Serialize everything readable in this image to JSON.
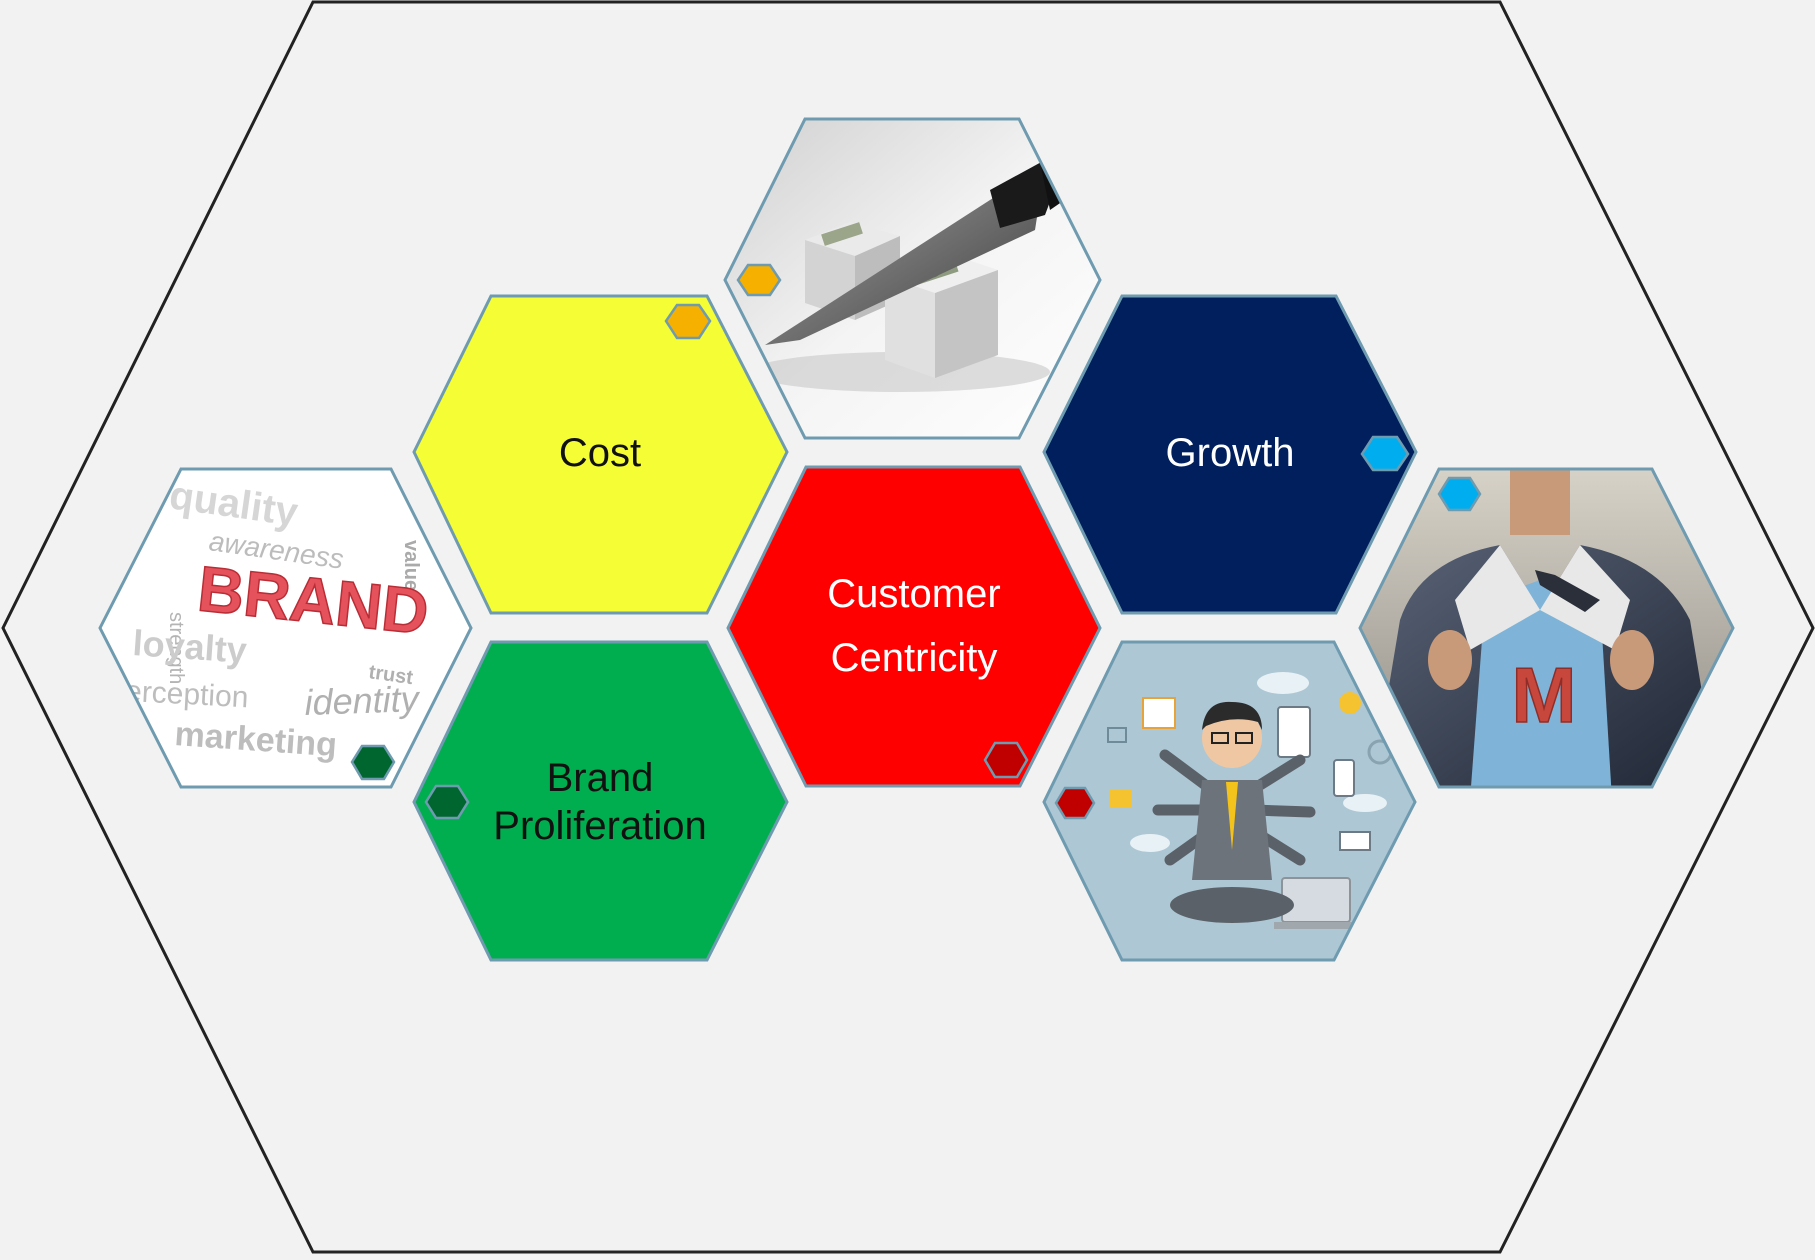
{
  "colors": {
    "background": "#f2f2f2",
    "outline": "#222222",
    "hex_border": "#6f9bb0",
    "cost": "#f5fd35",
    "customer": "#ff0000",
    "growth": "#001f5c",
    "brand": "#00ae4f",
    "badge_orange": "#f5b000",
    "badge_red": "#c00000",
    "badge_blue": "#00aeef",
    "badge_green": "#006630"
  },
  "hexes": {
    "cost": {
      "label": "Cost"
    },
    "customer": {
      "line1": "Customer",
      "line2": "Centricity"
    },
    "growth": {
      "label": "Growth"
    },
    "brand": {
      "line1": "Brand",
      "line2": "Proliferation"
    }
  },
  "images": {
    "knife": {
      "icon": "knife-cutting-money-image"
    },
    "brand_words": {
      "icon": "brand-word-cloud-image",
      "words": [
        "quality",
        "awareness",
        "strength",
        "value",
        "BRAND",
        "loyalty",
        "trust",
        "perception",
        "identity",
        "marketing"
      ]
    },
    "multitask": {
      "icon": "multitasking-businessman-image"
    },
    "superhero": {
      "icon": "superhero-businessman-image",
      "letter": "M"
    }
  }
}
